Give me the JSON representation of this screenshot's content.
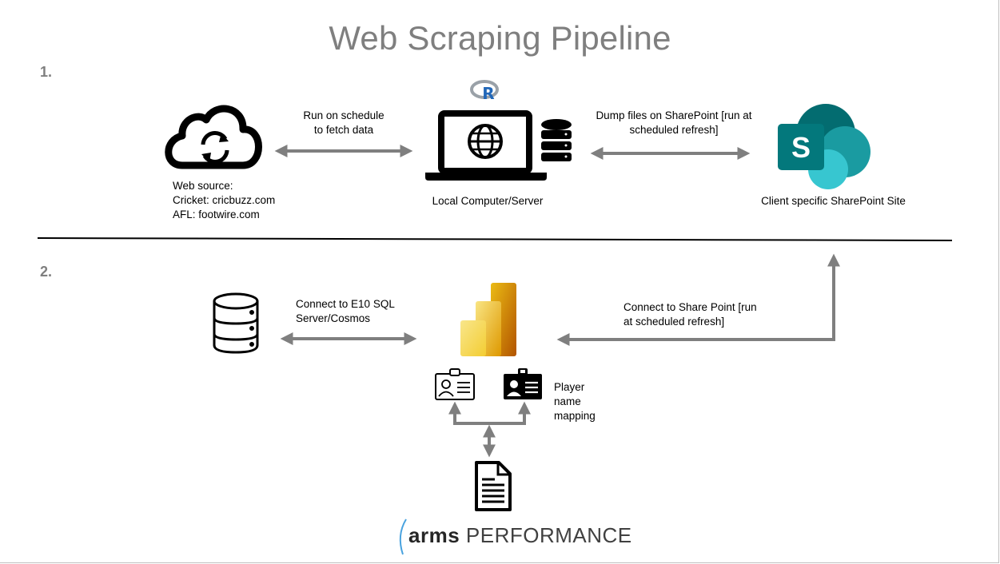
{
  "title": "Web Scraping Pipeline",
  "sections": {
    "one": {
      "number": "1."
    },
    "two": {
      "number": "2."
    }
  },
  "nodes": {
    "web_source": {
      "lines": [
        "Web source:",
        "Cricket: cricbuzz.com",
        "AFL: footwire.com"
      ],
      "icon": "cloud-sync-icon"
    },
    "local_computer": {
      "label": "Local Computer/Server",
      "icons": [
        "r-logo-icon",
        "laptop-globe-icon",
        "database-icon"
      ]
    },
    "sharepoint": {
      "label": "Client specific SharePoint Site",
      "icon": "sharepoint-logo-icon",
      "icon_letter": "S"
    },
    "sql_db": {
      "icon": "database-outline-icon"
    },
    "power_bi": {
      "icon": "power-bi-logo-icon"
    },
    "player_mapping": {
      "lines": [
        "Player",
        "name",
        "mapping"
      ],
      "icons": [
        "id-card-outline-icon",
        "id-card-filled-icon"
      ]
    },
    "document": {
      "icon": "document-icon"
    }
  },
  "edges": {
    "schedule_fetch": {
      "lines": [
        "Run on schedule",
        "to fetch data"
      ]
    },
    "dump_sharepoint": {
      "lines": [
        "Dump files on SharePoint [run at",
        "scheduled refresh]"
      ]
    },
    "connect_sql": {
      "lines": [
        "Connect to E10 SQL",
        "Server/Cosmos"
      ]
    },
    "connect_sharepoint": {
      "lines": [
        "Connect to Share Point [run",
        "at scheduled refresh]"
      ]
    }
  },
  "logo": {
    "part1": "arms",
    "part2": "PERFORMANCE"
  },
  "colors": {
    "title": "#7f7f7f",
    "arrow": "#7f7f7f",
    "r_blue": "#2167b8",
    "sharepoint_dark": "#036c70",
    "sharepoint_mid": "#1a9ba1",
    "sharepoint_light": "#37c6d0",
    "powerbi_dark": "#c89c00",
    "powerbi_light": "#f2c811"
  }
}
